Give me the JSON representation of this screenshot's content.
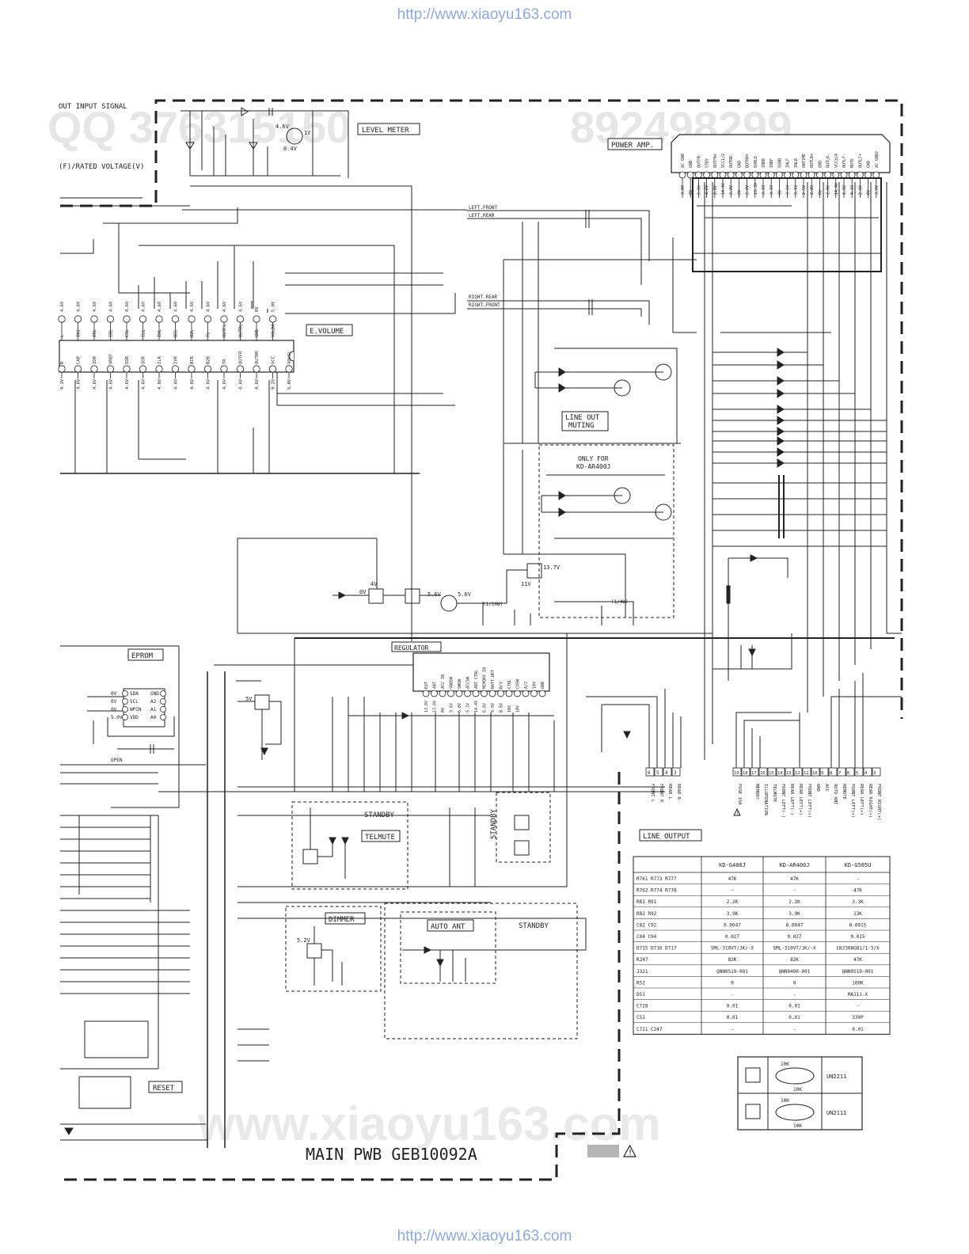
{
  "urls": {
    "top": "http://www.xiaoyu163.com",
    "bottom": "http://www.xiaoyu163.com"
  },
  "watermarks": {
    "qq": "QQ 376315150",
    "phone": "892498299",
    "bottom": "www.xiaoyu163.com"
  },
  "header": {
    "out_input_signal": "OUT INPUT SIGNAL",
    "rated_voltage": "(F)/RATED VOLTAGE(V)"
  },
  "blocks": {
    "level_meter": "LEVEL METER",
    "power_amp": "POWER AMP.",
    "e_volume": "E.VOLUME",
    "line_out_muting": [
      "LINE OUT",
      "MUTING"
    ],
    "only_for": [
      "ONLY FOR",
      "KD-AR400J"
    ],
    "eprom": "EPROM",
    "regulator": "REGULATOR",
    "standby_1": "STANDBY",
    "telmute": "TELMUTE",
    "standby_2": "STANDBY",
    "dimmer": "DIMMER",
    "auto_ant": "AUTO ANT",
    "standby_3": "STANDBY",
    "line_output": "LINE OUTPUT",
    "reset": "RESET",
    "main_pwb": "MAIN PWB GEB10092A"
  },
  "signals": {
    "left_front": "LEFT.FRONT",
    "left_rear": "LEFT.REAR",
    "right_rear": "RIGHT.REAR",
    "right_front": "RIGHT.FRONT",
    "open": "OPEN"
  },
  "power_amp_pins": [
    "AC GND",
    "GND",
    "OUTFR-",
    "STBY",
    "OUTFR+",
    "VCC1/2",
    "OUTRR-",
    "GND",
    "OUTRR+",
    "SVRLE",
    "INRR",
    "INRF",
    "SGND",
    "INLF",
    "INLR",
    "ONTIME",
    "OUTLR+",
    "GND",
    "OUTLR-",
    "VCC3/4",
    "OUTLF-",
    "MUTE",
    "OUTLF+",
    "GND",
    "AC GND2"
  ],
  "power_amp_voltages": [
    "3.0V",
    "0V",
    "2.8V",
    "4.6V",
    "2.8V",
    "14.4V",
    "2.8V",
    "0V",
    "2.8V",
    "13.3V",
    "3.1V",
    "3.1V",
    "0V",
    "3.1V",
    "3.1V",
    "2.5V",
    "2.8V",
    "0V",
    "2.8V",
    "14.4V",
    "2.8V",
    "4.1V",
    "2.8V",
    "0V",
    "3.0V"
  ],
  "evol_top_pins": [
    "L",
    "IN1",
    "IOL",
    "IOL",
    "CSL",
    "ILL",
    "IVL",
    "BIL",
    "B2L",
    "TL",
    "OUTFL",
    "OUTRL",
    "GND",
    "VOLDA"
  ],
  "evol_top_voltages": [
    "4.6V",
    "4.6V",
    "4.6V",
    "4.6V",
    "4.6V",
    "4.6V",
    "4.6V",
    "4.6V",
    "4.6V",
    "4.6V",
    "4.6V",
    "4.6V",
    "0V",
    "5.0V"
  ],
  "evol_bottom_pins": [
    "R",
    "CAP",
    "IDR",
    "VREF",
    "IDR",
    "SGR",
    "ILR",
    "IVR",
    "BIR",
    "B2R",
    "TR",
    "OUTFR",
    "OUTRR",
    "VCC",
    "VOLCL"
  ],
  "evol_bottom_voltages": [
    "9.2V",
    "4.6V",
    "4.6V",
    "4.6V",
    "4.6V",
    "4.6V",
    "4.6V",
    "4.6V",
    "4.6V",
    "4.6V",
    "4.6V",
    "4.6V",
    "4.6V",
    "9.2V",
    "5.0V"
  ],
  "eprom_pins_left": [
    "SDA",
    "SCL",
    "WPIN",
    "VDD"
  ],
  "eprom_pins_right": [
    "GND",
    "A2",
    "A1",
    "A0"
  ],
  "eprom_voltages": [
    "0V",
    "0V",
    "0V",
    "5.0V"
  ],
  "regulator_pins": [
    "EXT",
    "ANT",
    "ACC IN",
    "VDDSW",
    "SWSW",
    "ACCSW",
    "ANT CTRL",
    "MEMORY IN",
    "BATT.DET",
    "B/V",
    "CTRL",
    "COSW",
    "A/J",
    "10V",
    "GND"
  ],
  "regulator_voltages": [
    "13.8V",
    "13.8V",
    "0V",
    "9.6V",
    "5.0V",
    "5.2V",
    "14.4V",
    "6.0V",
    "9.9V",
    "8.5V",
    "10V",
    "10V"
  ],
  "line_output_pins": {
    "left": [
      {
        "num": "6",
        "name": "FRONT L"
      },
      {
        "num": "5",
        "name": "FRONT R"
      },
      {
        "num": "4",
        "name": "REAR L"
      },
      {
        "num": "3",
        "name": "REAR R"
      }
    ],
    "right": [
      {
        "num": "19",
        "name": "FUSE 15A"
      },
      {
        "num": "18",
        "name": ""
      },
      {
        "num": "17",
        "name": "MEMORY"
      },
      {
        "num": "16",
        "name": "ILLUMINATION"
      },
      {
        "num": "15",
        "name": "TELMUTE"
      },
      {
        "num": "14",
        "name": "FRONT LEFT(-)"
      },
      {
        "num": "13",
        "name": "REAR LEFT(-)"
      },
      {
        "num": "12",
        "name": "REAR LEFT(+)"
      },
      {
        "num": "11",
        "name": "FRONT LEFT(+)"
      },
      {
        "num": "10",
        "name": "GND"
      },
      {
        "num": "9",
        "name": "ACC"
      },
      {
        "num": "8",
        "name": "AUTO ANT"
      },
      {
        "num": "7",
        "name": "REMOTE"
      },
      {
        "num": "6",
        "name": "FRONT LEFT(+)"
      },
      {
        "num": "5",
        "name": "REAR LEFT(+)"
      },
      {
        "num": "4",
        "name": "REAR RIGHT(+)"
      },
      {
        "num": "3",
        "name": "FRONT RIGHT(+)"
      }
    ]
  },
  "parts_table": {
    "headers": [
      "",
      "KD-G400J",
      "KD-AR400J",
      "KD-G505U"
    ],
    "rows": [
      [
        "R761  R773  R777",
        "47K",
        "47K",
        "-"
      ],
      [
        "R762  R774  R778",
        "-",
        "-",
        "47K"
      ],
      [
        "R81  R91",
        "2.2K",
        "2.2K",
        "3.3K"
      ],
      [
        "R82  R92",
        "3.9K",
        "3.9K",
        "13K"
      ],
      [
        "C82  C92",
        "0.0047",
        "0.0047",
        "0.0015"
      ],
      [
        "C84  C94",
        "0.027",
        "0.027",
        "0.015"
      ],
      [
        "D715  D716  D717",
        "SML-310VT/JK/-X",
        "SML-310VT/JK/-X",
        "LNJ308G81/1-3/X"
      ],
      [
        "R247",
        "82K",
        "82K",
        "47K"
      ],
      [
        "J321",
        "QNN0519-001",
        "QNN0490-001",
        "QNN0519-001"
      ],
      [
        "R52",
        "0",
        "0",
        "100K"
      ],
      [
        "D51",
        "-",
        "-",
        "MA111-X"
      ],
      [
        "C728",
        "0.01",
        "0.01",
        "-"
      ],
      [
        "C51",
        "0.01",
        "0.01",
        "330P"
      ],
      [
        "C721  C247",
        "-",
        "-",
        "0.01"
      ]
    ]
  },
  "transistor_legend": [
    {
      "r1": "10K",
      "r2": "10K",
      "part": "UN2211"
    },
    {
      "r1": "10K",
      "r2": "10K",
      "part": "UN2111"
    }
  ],
  "misc_labels": {
    "v_5_6": "5.6V",
    "v_5_6b": "5.6V",
    "v_13_7": "13.7V",
    "v_11": "11V",
    "v_4": "4V",
    "v_0": "0V",
    "v_5": "5V",
    "v_5_2": "5.2V",
    "r_1_10w": "(1/10W)",
    "r_1_4w": "(1/4W)",
    "v_4_6": "4.6V",
    "v_1": "1V",
    "v_0_4": "0.4V"
  },
  "colors": {
    "ink": "#222222",
    "watermark": "#dcdcdc",
    "url": "#8ea8d8"
  },
  "icons": [
    "warning-icon"
  ]
}
